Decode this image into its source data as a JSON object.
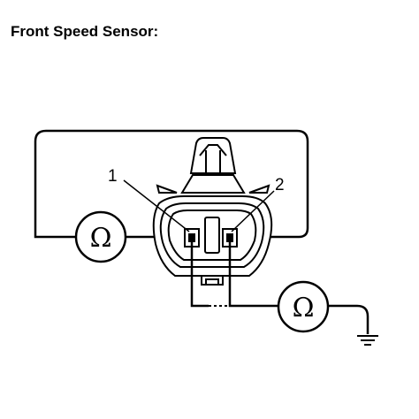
{
  "title": "Front Speed Sensor:",
  "meter_symbol": "Ω",
  "pin_labels": [
    "1",
    "2"
  ]
}
